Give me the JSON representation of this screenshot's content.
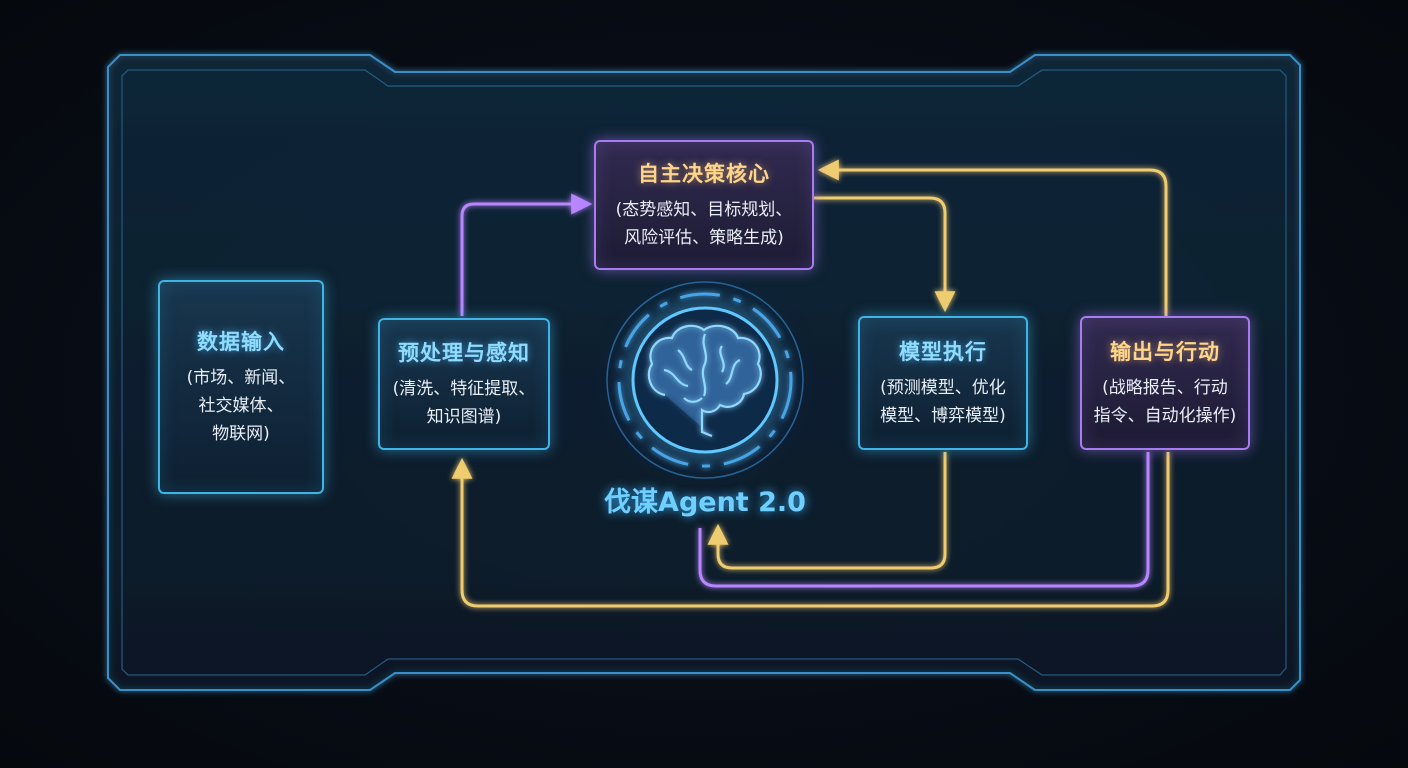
{
  "core": {
    "label": "伐谋Agent 2.0",
    "icon": "brain-icon"
  },
  "nodes": {
    "data_input": {
      "title": "数据输入",
      "desc": [
        "(市场、新闻、",
        "社交媒体、",
        "物联网)"
      ]
    },
    "preprocess": {
      "title": "预处理与感知",
      "desc": [
        "(清洗、特征提取、",
        "知识图谱)"
      ]
    },
    "decision": {
      "title": "自主决策核心",
      "desc": [
        "(态势感知、目标规划、",
        "风险评估、策略生成)"
      ]
    },
    "model_exec": {
      "title": "模型执行",
      "desc": [
        "(预测模型、优化",
        "模型、博弈模型)"
      ]
    },
    "output": {
      "title": "输出与行动",
      "desc": [
        "(战略报告、行动",
        "指令、自动化操作)"
      ]
    }
  },
  "colors": {
    "cyan": "#3fb4e6",
    "blue_arrow": "#4a9eff",
    "purple": "#a87bf0",
    "gold": "#e8c56a",
    "background": "#070b12"
  }
}
